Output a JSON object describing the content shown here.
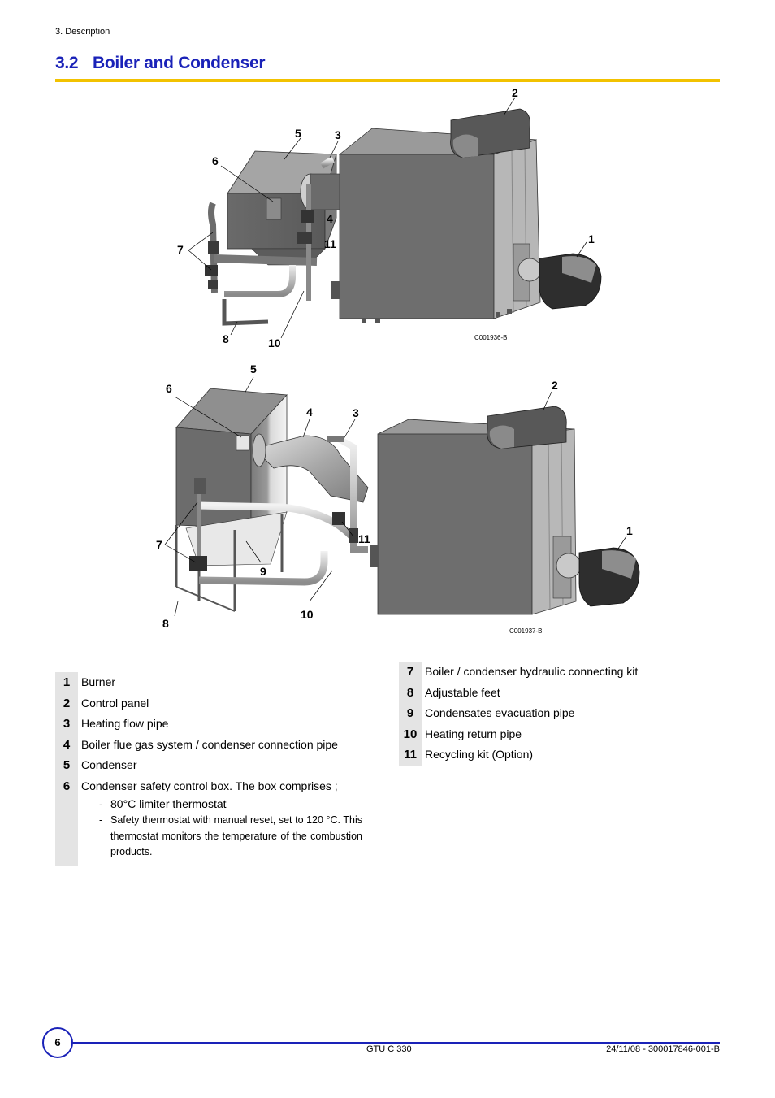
{
  "header": {
    "running_head": "3. Description"
  },
  "section": {
    "number": "3.2",
    "title": "Boiler and Condenser"
  },
  "figure1": {
    "code": "C001936-B",
    "callouts": {
      "c1": "1",
      "c2": "2",
      "c3": "3",
      "c4": "4",
      "c5": "5",
      "c6": "6",
      "c7": "7",
      "c8": "8",
      "c10": "10",
      "c11": "11"
    }
  },
  "figure2": {
    "code": "C001937-B",
    "callouts": {
      "c1": "1",
      "c2": "2",
      "c3": "3",
      "c4": "4",
      "c5": "5",
      "c6": "6",
      "c7": "7",
      "c8": "8",
      "c9": "9",
      "c10": "10",
      "c11": "11"
    }
  },
  "legend_left": [
    {
      "num": "1",
      "text": "Burner"
    },
    {
      "num": "2",
      "text": "Control panel"
    },
    {
      "num": "3",
      "text": "Heating flow pipe"
    },
    {
      "num": "4",
      "text": "Boiler flue gas system / condenser connection pipe"
    },
    {
      "num": "5",
      "text": "Condenser"
    },
    {
      "num": "6",
      "text": "Condenser safety control box. The box comprises ;"
    }
  ],
  "legend_sub": {
    "dash": "-",
    "a": "80°C limiter thermostat",
    "b": "Safety thermostat with manual reset, set to 120 °C. This thermostat monitors the temperature of the combustion products."
  },
  "legend_right": [
    {
      "num": "7",
      "text": "Boiler / condenser hydraulic connecting kit"
    },
    {
      "num": "8",
      "text": "Adjustable feet"
    },
    {
      "num": "9",
      "text": "Condensates evacuation pipe"
    },
    {
      "num": "10",
      "text": "Heating return pipe"
    },
    {
      "num": "11",
      "text": "Recycling kit (Option)"
    }
  ],
  "footer": {
    "page": "6",
    "doc": "GTU C 330",
    "ref": "24/11/08 - 300017846-001-B"
  }
}
